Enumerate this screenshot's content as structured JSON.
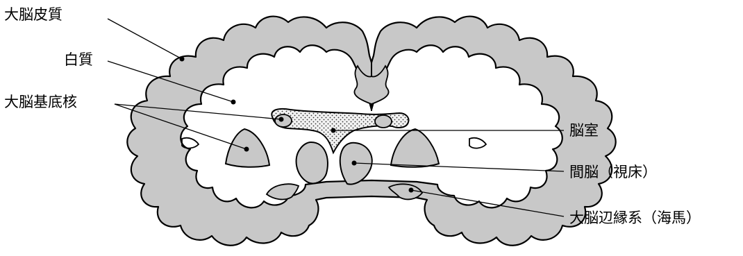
{
  "labels": {
    "cerebral_cortex": "大脳皮質",
    "white_matter": "白質",
    "basal_ganglia": "大脳基底核",
    "ventricle": "脳室",
    "diencephalon": "間脳（視床）",
    "limbic_system": "大脳辺縁系（海馬）"
  },
  "colors": {
    "gray_matter": "#c8c8c8",
    "white_matter": "#ffffff",
    "outline": "#000000",
    "ventricle_fill": "#e6e6e6"
  }
}
